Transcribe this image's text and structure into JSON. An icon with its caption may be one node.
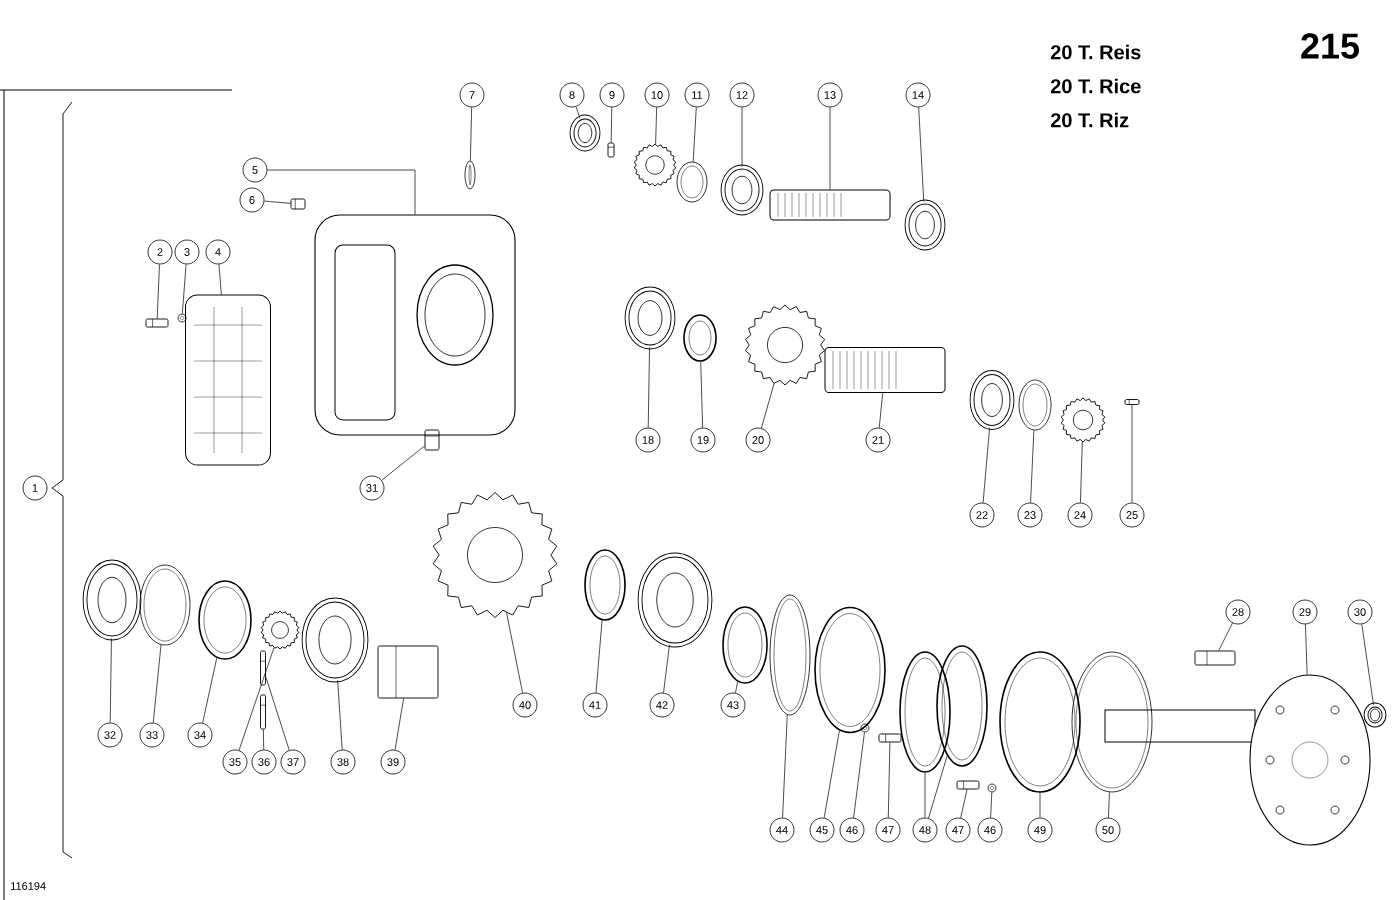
{
  "diagram": {
    "nodes": [
      {
        "text": [
          "1"
        ]
      },
      {
        "text": [
          "2"
        ]
      },
      {
        "text": [
          "3"
        ]
      },
      {
        "text": [
          "4"
        ]
      },
      {
        "text": [
          "5"
        ]
      },
      {
        "text": [
          "6"
        ]
      },
      {
        "text": [
          "7"
        ]
      },
      {
        "text": [
          "8"
        ]
      },
      {
        "text": [
          "9"
        ]
      },
      {
        "text": [
          "10"
        ]
      },
      {
        "text": [
          "11"
        ]
      },
      {
        "text": [
          "12"
        ]
      },
      {
        "text": [
          "13"
        ]
      },
      {
        "text": [
          "14"
        ]
      },
      {
        "text": [
          "18"
        ]
      },
      {
        "text": [
          "19"
        ]
      },
      {
        "text": [
          "20"
        ]
      },
      {
        "text": [
          "21"
        ]
      },
      {
        "text": [
          "22"
        ]
      },
      {
        "text": [
          "23"
        ]
      },
      {
        "text": [
          "24"
        ]
      },
      {
        "text": [
          "25"
        ]
      },
      {
        "text": [
          "28"
        ]
      },
      {
        "text": [
          "29"
        ]
      },
      {
        "text": [
          "30"
        ]
      },
      {
        "text": [
          "31"
        ]
      },
      {
        "text": [
          "32"
        ]
      },
      {
        "text": [
          "33"
        ]
      },
      {
        "text": [
          "34"
        ]
      },
      {
        "text": [
          "35"
        ]
      },
      {
        "text": [
          "36"
        ]
      },
      {
        "text": [
          "37"
        ]
      },
      {
        "text": [
          "38"
        ]
      },
      {
        "text": [
          "39"
        ]
      },
      {
        "text": [
          "40"
        ]
      },
      {
        "text": [
          "41"
        ]
      },
      {
        "text": [
          "42"
        ]
      },
      {
        "text": [
          "43"
        ]
      },
      {
        "text": [
          "44"
        ]
      },
      {
        "text": [
          "45"
        ]
      },
      {
        "text": [
          "46"
        ]
      },
      {
        "text": [
          "47"
        ]
      },
      {
        "text": [
          "48"
        ]
      },
      {
        "text": [
          "47"
        ]
      },
      {
        "text": [
          "46"
        ]
      },
      {
        "text": [
          "49"
        ]
      },
      {
        "text": [
          "50"
        ]
      },
      {
        "text": [],
        "shape": "picture"
      },
      {
        "text": [],
        "shape": "picture"
      },
      {
        "text": [],
        "shape": "picture"
      },
      {
        "text": [],
        "shape": "picture"
      },
      {
        "text": [],
        "shape": "picture"
      },
      {
        "text": [],
        "shape": "picture"
      },
      {
        "text": [],
        "shape": "picture"
      },
      {
        "text": [],
        "shape": "picture"
      },
      {
        "text": [],
        "shape": "picture"
      },
      {
        "text": [],
        "shape": "picture"
      },
      {
        "text": [],
        "shape": "picture"
      },
      {
        "text": [],
        "shape": "picture"
      },
      {
        "text": [],
        "shape": "picture"
      },
      {
        "text": [],
        "shape": "picture"
      },
      {
        "text": [],
        "shape": "picture"
      },
      {
        "text": [],
        "shape": "picture"
      },
      {
        "text": [],
        "shape": "picture"
      },
      {
        "text": [],
        "shape": "picture"
      },
      {
        "text": [],
        "shape": "picture"
      },
      {
        "text": [],
        "shape": "picture"
      },
      {
        "text": [],
        "shape": "picture"
      },
      {
        "text": [],
        "shape": "picture"
      },
      {
        "text": [],
        "shape": "picture"
      },
      {
        "text": [],
        "shape": "picture"
      },
      {
        "text": [],
        "shape": "picture"
      },
      {
        "text": [],
        "shape": "picture"
      },
      {
        "text": [],
        "shape": "picture"
      },
      {
        "text": [],
        "shape": "picture"
      },
      {
        "text": [],
        "shape": "picture"
      },
      {
        "text": [],
        "shape": "picture"
      },
      {
        "text": [],
        "shape": "picture"
      },
      {
        "text": [],
        "shape": "picture"
      },
      {
        "text": [],
        "shape": "picture"
      },
      {
        "text": [],
        "shape": "picture"
      },
      {
        "text": [],
        "shape": "picture"
      },
      {
        "text": [],
        "shape": "picture"
      },
      {
        "text": [],
        "shape": "picture"
      },
      {
        "text": [],
        "shape": "picture"
      },
      {
        "text": [],
        "shape": "picture"
      },
      {
        "text": [],
        "shape": "picture"
      },
      {
        "text": [],
        "shape": "picture"
      },
      {
        "text": [],
        "shape": "picture"
      },
      {
        "text": [],
        "shape": "picture"
      },
      {
        "text": [],
        "shape": "picture"
      },
      {
        "text": [],
        "shape": "picture"
      },
      {
        "text": [],
        "shape": "picture"
      },
      {
        "text": [],
        "shape": "picture"
      }
    ],
    "edges": [
      {
        "from": 1,
        "to": 47,
        "arrow": "none"
      },
      {
        "from": 2,
        "to": 48,
        "arrow": "none"
      },
      {
        "from": 3,
        "to": 49,
        "arrow": "none"
      },
      {
        "from": 4,
        "to": 50,
        "arrow": "none"
      },
      {
        "from": 5,
        "to": 51,
        "arrow": "none"
      },
      {
        "from": 6,
        "to": 52,
        "arrow": "none"
      },
      {
        "from": 7,
        "to": 53,
        "arrow": "none"
      },
      {
        "from": 8,
        "to": 54,
        "arrow": "none"
      },
      {
        "from": 9,
        "to": 55,
        "arrow": "none"
      },
      {
        "from": 10,
        "to": 56,
        "arrow": "none"
      },
      {
        "from": 11,
        "to": 57,
        "arrow": "none"
      },
      {
        "from": 12,
        "to": 58,
        "arrow": "none"
      },
      {
        "from": 13,
        "to": 59,
        "arrow": "none"
      },
      {
        "from": 14,
        "to": 60,
        "arrow": "none"
      },
      {
        "from": 15,
        "to": 61,
        "arrow": "none"
      },
      {
        "from": 16,
        "to": 62,
        "arrow": "none"
      },
      {
        "from": 17,
        "to": 63,
        "arrow": "none"
      },
      {
        "from": 18,
        "to": 64,
        "arrow": "none"
      },
      {
        "from": 19,
        "to": 65,
        "arrow": "none"
      },
      {
        "from": 20,
        "to": 66,
        "arrow": "none"
      },
      {
        "from": 21,
        "to": 67,
        "arrow": "none"
      },
      {
        "from": 22,
        "to": 68,
        "arrow": "none"
      },
      {
        "from": 23,
        "to": 69,
        "arrow": "none"
      },
      {
        "from": 24,
        "to": 70,
        "arrow": "none"
      },
      {
        "from": 25,
        "to": 71,
        "arrow": "none"
      },
      {
        "from": 26,
        "to": 72,
        "arrow": "none"
      },
      {
        "from": 27,
        "to": 73,
        "arrow": "none"
      },
      {
        "from": 28,
        "to": 74,
        "arrow": "none"
      },
      {
        "from": 29,
        "to": 75,
        "arrow": "none"
      },
      {
        "from": 30,
        "to": 76,
        "arrow": "none"
      },
      {
        "from": 31,
        "to": 77,
        "arrow": "none"
      },
      {
        "from": 32,
        "to": 78,
        "arrow": "none"
      },
      {
        "from": 33,
        "to": 79,
        "arrow": "none"
      },
      {
        "from": 34,
        "to": 80,
        "arrow": "none"
      },
      {
        "from": 35,
        "to": 81,
        "arrow": "none"
      },
      {
        "from": 36,
        "to": 82,
        "arrow": "none"
      },
      {
        "from": 37,
        "to": 83,
        "arrow": "none"
      },
      {
        "from": 38,
        "to": 84,
        "arrow": "none"
      },
      {
        "from": 39,
        "to": 85,
        "arrow": "none"
      },
      {
        "from": 40,
        "to": 86,
        "arrow": "none"
      },
      {
        "from": 41,
        "to": 87,
        "arrow": "none"
      },
      {
        "from": 42,
        "to": 88,
        "arrow": "none"
      },
      {
        "from": 42,
        "to": 89,
        "arrow": "none"
      },
      {
        "from": 43,
        "to": 90,
        "arrow": "none"
      },
      {
        "from": 44,
        "to": 91,
        "arrow": "none"
      },
      {
        "from": 45,
        "to": 92,
        "arrow": "none"
      },
      {
        "from": 46,
        "to": 93,
        "arrow": "none"
      }
    ],
    "labels": [
      "215",
      "20 T. Reis",
      "20 T. Rice",
      "20 T. Riz",
      "116194"
    ]
  }
}
